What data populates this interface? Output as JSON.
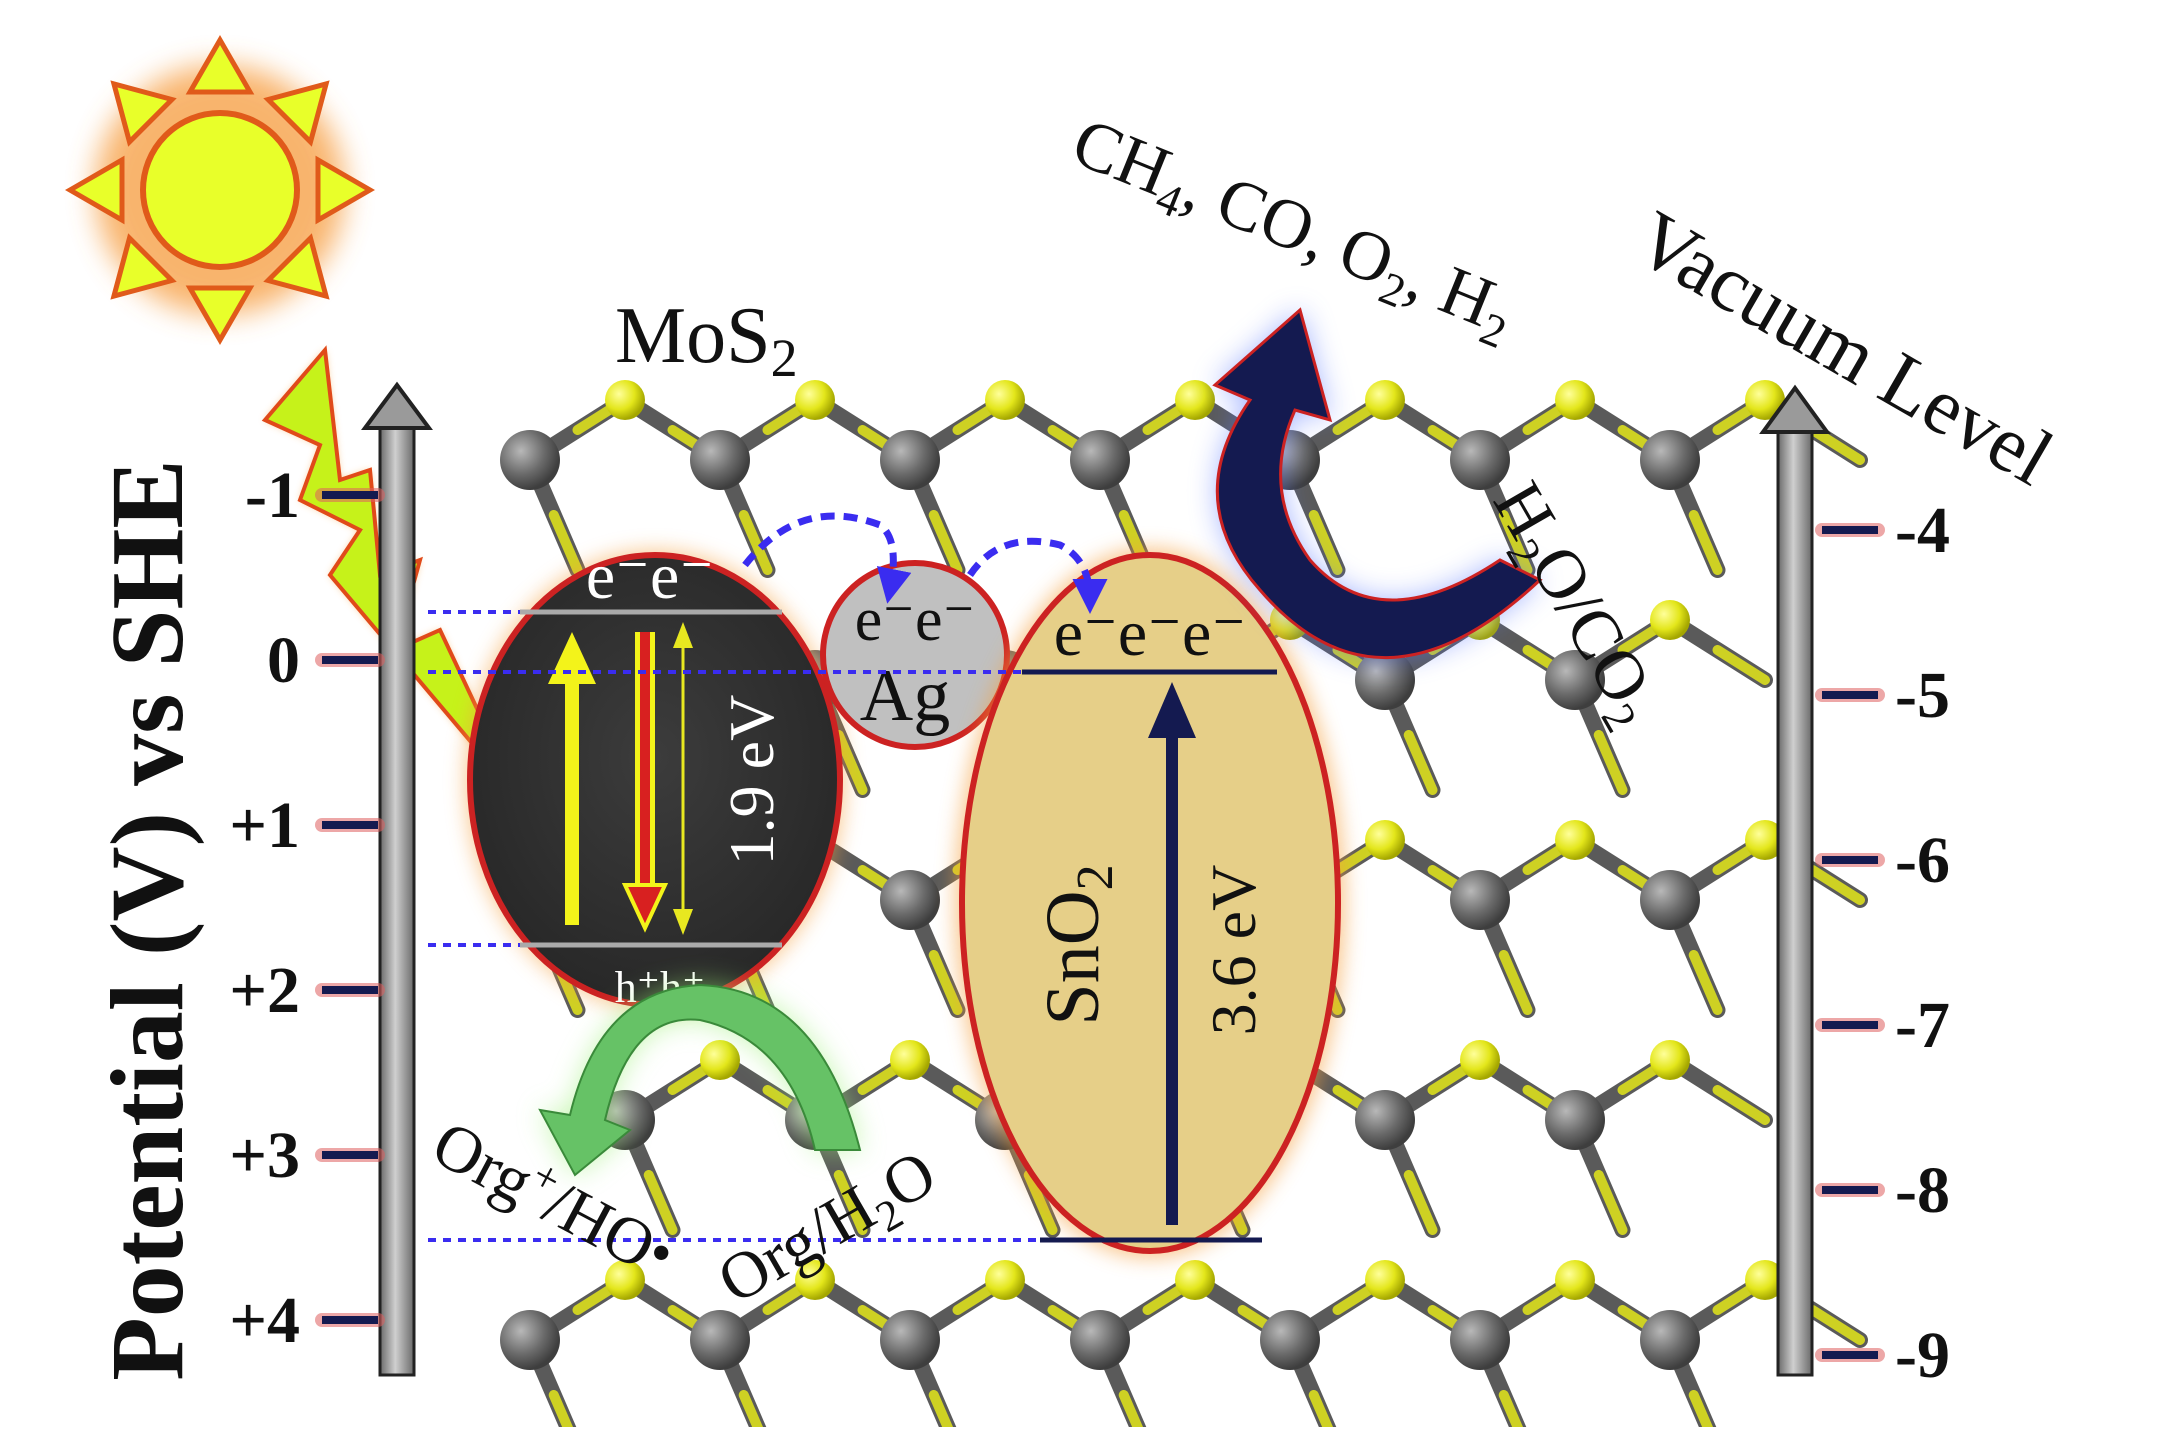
{
  "left_axis": {
    "title": "Potential (V) vs SHE",
    "ticks": [
      "-1",
      "0",
      "+1",
      "+2",
      "+3",
      "+4"
    ]
  },
  "right_axis": {
    "title": "Vacuum Level",
    "ticks": [
      "-4",
      "-5",
      "-6",
      "-7",
      "-8",
      "-9"
    ]
  },
  "mos2": {
    "label": "MoS",
    "label_sub": "2",
    "electrons": "e⁻e⁻",
    "holes": "h⁺h⁺",
    "band_gap": "1.9 eV"
  },
  "ag": {
    "label": "Ag",
    "electrons": "e⁻e⁻"
  },
  "sno2": {
    "label": "SnO",
    "label_sub": "2",
    "electrons": "e⁻e⁻e⁻",
    "band_gap": "3.6 eV"
  },
  "products": {
    "p1": "CH",
    "p1_sub": "4",
    "p2": ", CO, O",
    "p2_sub": "2",
    "p3": ", H",
    "p3_sub": "2"
  },
  "reactants": {
    "r1": "H",
    "r1_sub": "2",
    "r2": "O/CO",
    "r2_sub": "2"
  },
  "oxidation": {
    "o1": "Org",
    "o1_sup": "+",
    "o2": "/HO",
    "o2_sup": "•",
    "o3": " Org/H",
    "o3_sub": "2",
    "o4": "O"
  },
  "colors": {
    "sun": "#e8ff2a",
    "sun_glow": "#f5a040",
    "mos2_fill": "#2e2e2e",
    "ellipse_border": "#cc2222",
    "sno2_fill": "#e6cf88",
    "ag_fill": "#c0c0c0",
    "navy": "#141a50",
    "green_arrow": "#66c266",
    "blue_dash": "#3a2cf0"
  }
}
